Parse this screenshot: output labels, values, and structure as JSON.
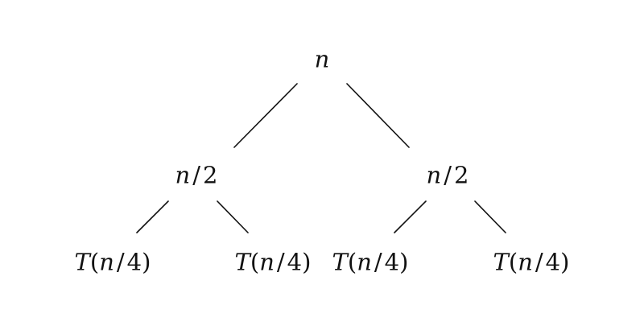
{
  "tree": {
    "root": {
      "var": "n"
    },
    "level1": [
      {
        "var": "n",
        "sep": "/",
        "den": "2"
      },
      {
        "var": "n",
        "sep": "/",
        "den": "2"
      }
    ],
    "leaves": [
      {
        "fn": "T",
        "open": "(",
        "var": "n",
        "sep": "/",
        "den": "4",
        "close": ")"
      },
      {
        "fn": "T",
        "open": "(",
        "var": "n",
        "sep": "/",
        "den": "4",
        "close": ")"
      },
      {
        "fn": "T",
        "open": "(",
        "var": "n",
        "sep": "/",
        "den": "4",
        "close": ")"
      },
      {
        "fn": "T",
        "open": "(",
        "var": "n",
        "sep": "/",
        "den": "4",
        "close": ")"
      }
    ]
  }
}
